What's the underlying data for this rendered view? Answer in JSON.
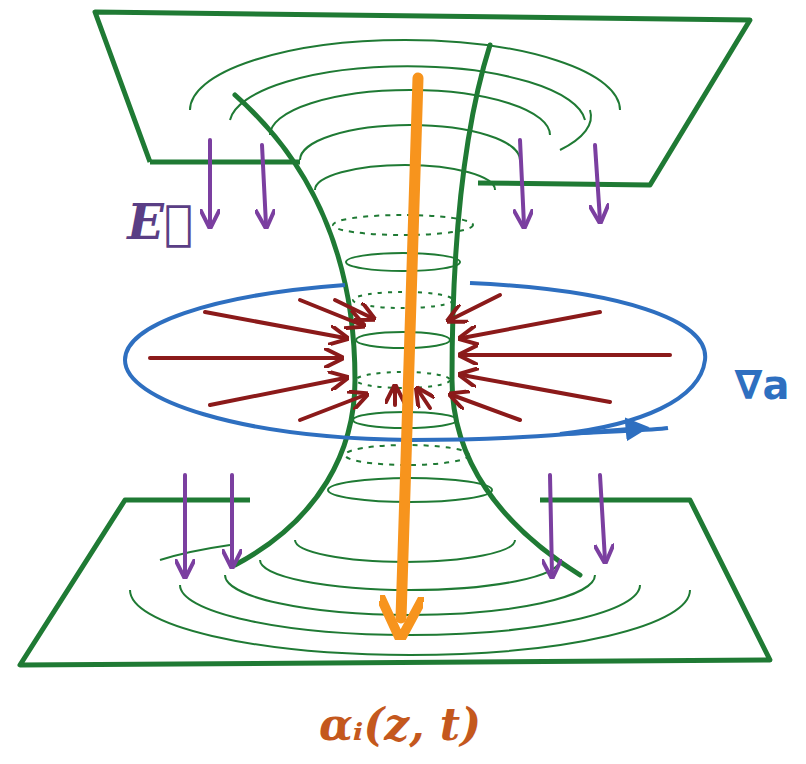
{
  "diagram": {
    "labels": [
      "E⃗",
      "∇a",
      "αᵢ(z, t)"
    ]
  }
}
